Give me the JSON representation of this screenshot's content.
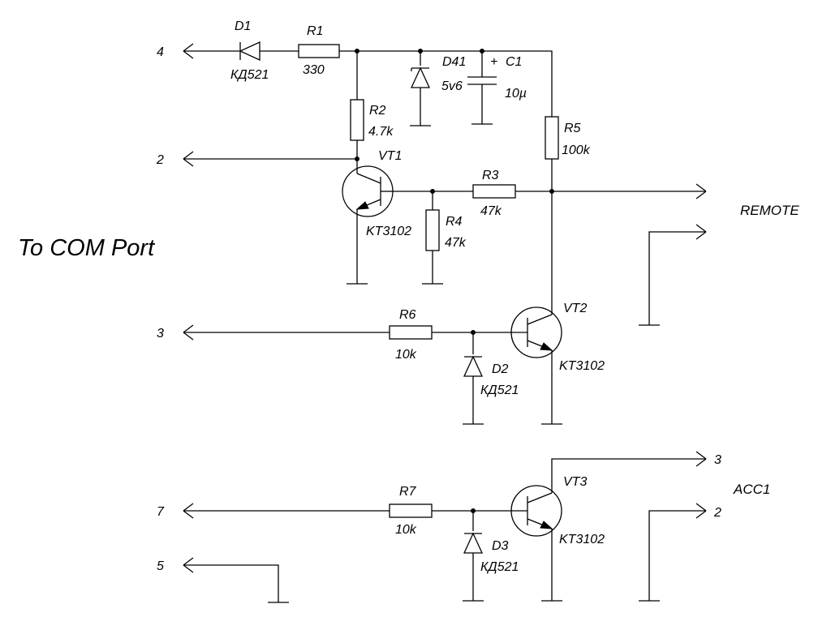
{
  "title": "To COM Port",
  "signals": {
    "remote": "REMOTE",
    "acc": "ACC1"
  },
  "pins": {
    "p4": "4",
    "p2": "2",
    "p3": "3",
    "p7": "7",
    "p5": "5",
    "acc3": "3",
    "acc2": "2"
  },
  "components": {
    "D1": {
      "ref": "D1",
      "value": "КД521"
    },
    "R1": {
      "ref": "R1",
      "value": "330"
    },
    "D41": {
      "ref": "D41",
      "value": "5v6"
    },
    "C1": {
      "ref": "C1",
      "value": "10µ",
      "polarity": "+"
    },
    "R2": {
      "ref": "R2",
      "value": "4.7k"
    },
    "R5": {
      "ref": "R5",
      "value": "100k"
    },
    "VT1": {
      "ref": "VT1",
      "value": "KT3102"
    },
    "R3": {
      "ref": "R3",
      "value": "47k"
    },
    "R4": {
      "ref": "R4",
      "value": "47k"
    },
    "R6": {
      "ref": "R6",
      "value": "10k"
    },
    "VT2": {
      "ref": "VT2",
      "value": "KT3102"
    },
    "D2": {
      "ref": "D2",
      "value": "КД521"
    },
    "R7": {
      "ref": "R7",
      "value": "10k"
    },
    "VT3": {
      "ref": "VT3",
      "value": "KT3102"
    },
    "D3": {
      "ref": "D3",
      "value": "КД521"
    }
  }
}
